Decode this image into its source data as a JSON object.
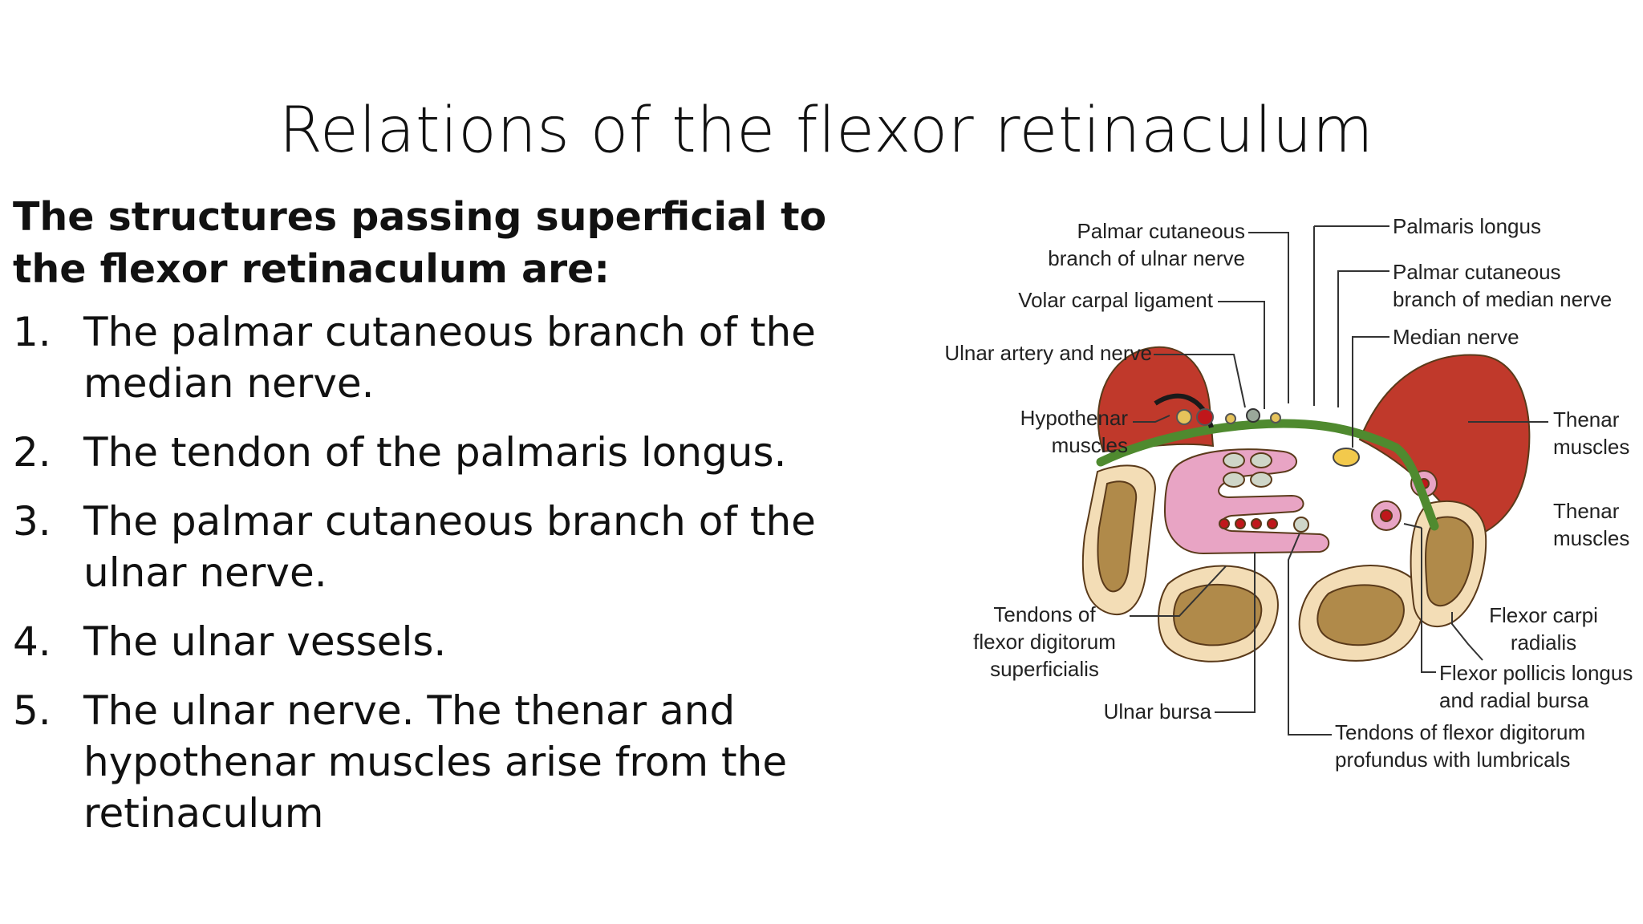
{
  "title": "Relations of the flexor retinaculum",
  "intro": "The structures passing superficial to the flexor retinaculum are:",
  "items": [
    {
      "num": "1.",
      "text": "The palmar cutaneous branch of the median nerve."
    },
    {
      "num": "2.",
      "text": "The tendon of the palmaris longus."
    },
    {
      "num": "3.",
      "text": "The palmar cutaneous branch of the ulnar nerve."
    },
    {
      "num": "4.",
      "text": "The ulnar vessels."
    },
    {
      "num": "5.",
      "text": "The ulnar nerve. The thenar and hypothenar muscles arise from the retinaculum"
    }
  ],
  "diagram": {
    "labels": {
      "palmar_cut_ulnar": [
        "Palmar cutaneous",
        "branch of ulnar nerve"
      ],
      "palmaris_longus": [
        "Palmaris longus"
      ],
      "palmar_cut_median": [
        "Palmar cutaneous",
        "branch of median nerve"
      ],
      "volar_carpal": [
        "Volar carpal ligament"
      ],
      "median_nerve": [
        "Median nerve"
      ],
      "ulnar_artery_nerve": [
        "Ulnar artery and nerve"
      ],
      "hypothenar": [
        "Hypothenar",
        "muscles"
      ],
      "thenar_top": [
        "Thenar",
        "muscles"
      ],
      "thenar_bottom": [
        "Thenar",
        "muscles"
      ],
      "fds": [
        "Tendons of",
        "flexor digitorum",
        "superficialis"
      ],
      "fcr": [
        "Flexor carpi",
        "radialis"
      ],
      "fpl": [
        "Flexor pollicis longus",
        "and radial bursa"
      ],
      "ulnar_bursa": [
        "Ulnar bursa"
      ],
      "fdp": [
        "Tendons of flexor digitorum",
        "profundus with lumbricals"
      ]
    },
    "colors": {
      "muscle": "#c0392b",
      "bone_outer": "#f3ddb6",
      "bone_inner": "#b08a4a",
      "retinaculum": "#4f8a2f",
      "bursa": "#e8a4c4",
      "artery": "#c0171b",
      "tendon": "#cfd6c8"
    }
  }
}
